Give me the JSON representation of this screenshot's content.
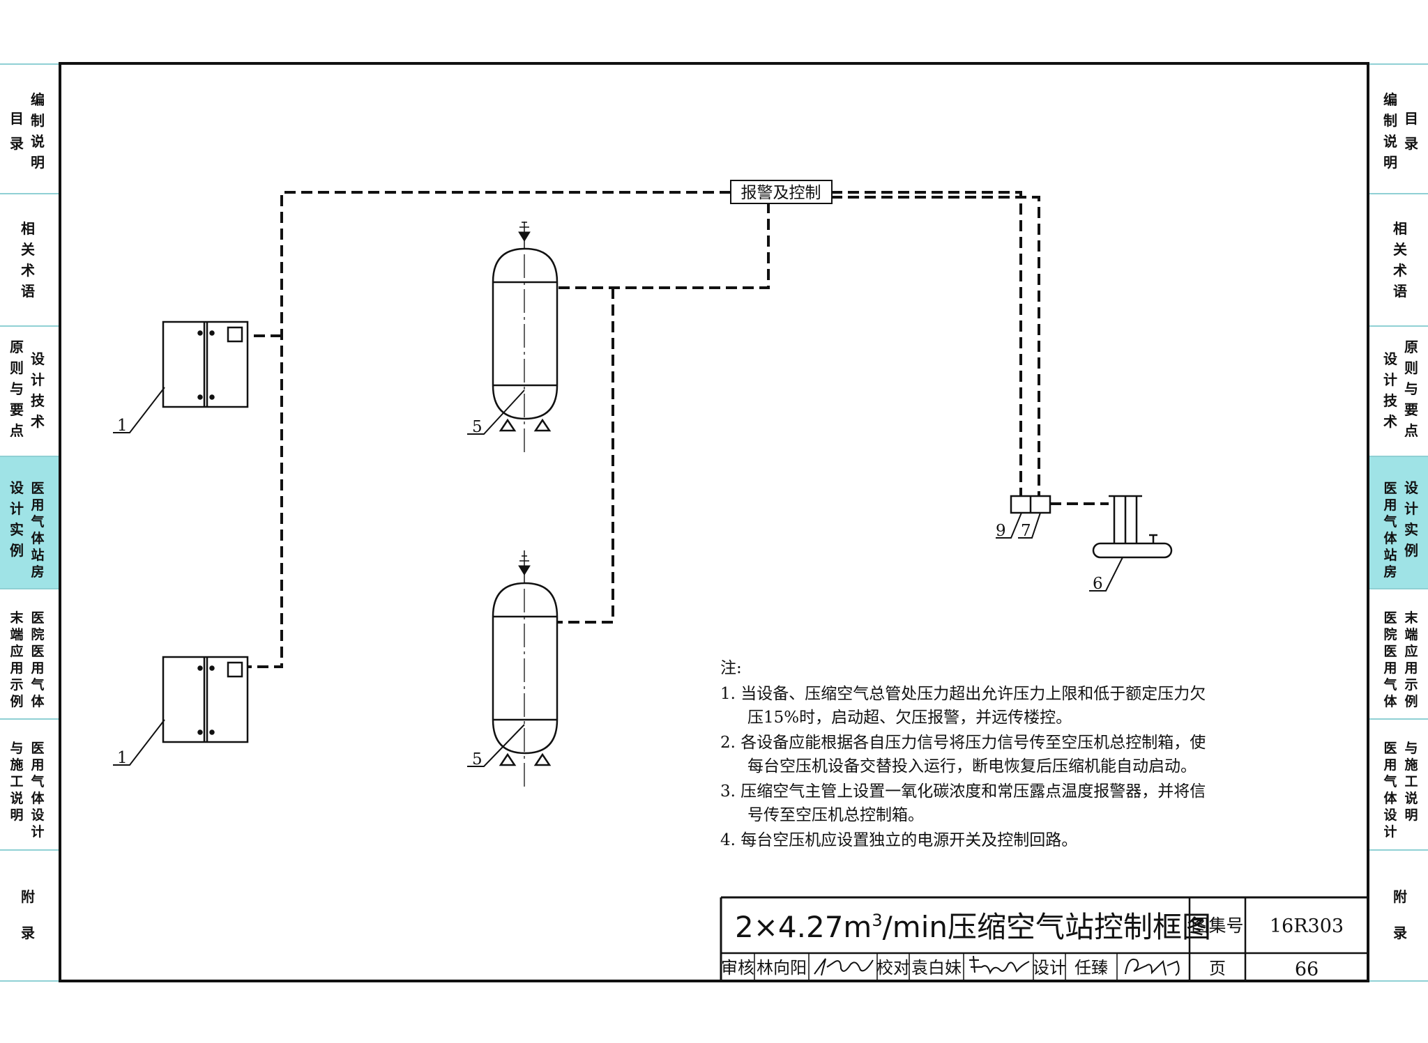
{
  "colors": {
    "ink": "#111111",
    "active_tab": "#9fe3e6",
    "tab_border": "#8fd0d4",
    "paper": "#ffffff"
  },
  "side_tabs": [
    {
      "label": "目录 编制说明",
      "cols": [
        "编制说明",
        "目录"
      ],
      "active": false
    },
    {
      "label": "相关术语",
      "cols": [
        "相关术语"
      ],
      "active": false
    },
    {
      "label": "设计技术原则与要点",
      "cols": [
        "设计技术",
        "原则与要点"
      ],
      "active": false
    },
    {
      "label": "医用气体站房设计实例",
      "cols": [
        "医用气体站房",
        "设计实例"
      ],
      "active": true
    },
    {
      "label": "医院医用气体末端应用示例",
      "cols": [
        "医院医用气体",
        "末端应用示例"
      ],
      "active": false
    },
    {
      "label": "医用气体设计与施工说明",
      "cols": [
        "医用气体设计",
        "与施工说明"
      ],
      "active": false
    },
    {
      "label": "附录",
      "cols": [
        "附录"
      ],
      "active": false
    }
  ],
  "diagram": {
    "control_box_label": "报警及控制",
    "callouts": [
      "1",
      "1",
      "5",
      "5",
      "9",
      "7",
      "6"
    ]
  },
  "notes": {
    "heading": "注:",
    "items": [
      [
        "1. 当设备、压缩空气总管处压力超出允许压力上限和低于额定压力欠",
        "压15%时，启动超、欠压报警，并远传楼控。"
      ],
      [
        "2. 各设备应能根据各自压力信号将压力信号传至空压机总控制箱，使",
        "每台空压机设备交替投入运行，断电恢复后压缩机能自动启动。"
      ],
      [
        "3. 压缩空气主管上设置一氧化碳浓度和常压露点温度报警器，并将信",
        "号传至空压机总控制箱。"
      ],
      [
        "4. 每台空压机应设置独立的电源开关及控制回路。"
      ]
    ]
  },
  "title_block": {
    "title_prefix": "2×4.27m",
    "title_sup": "3",
    "title_suffix": "/min压缩空气站控制框图",
    "atlas_no_label": "图集号",
    "atlas_no": "16R303",
    "review_label": "审核",
    "reviewer": "林向阳",
    "check_label": "校对",
    "checker": "袁白妹",
    "design_label": "设计",
    "designer": "任臻",
    "page_label": "页",
    "page_no": "66"
  }
}
